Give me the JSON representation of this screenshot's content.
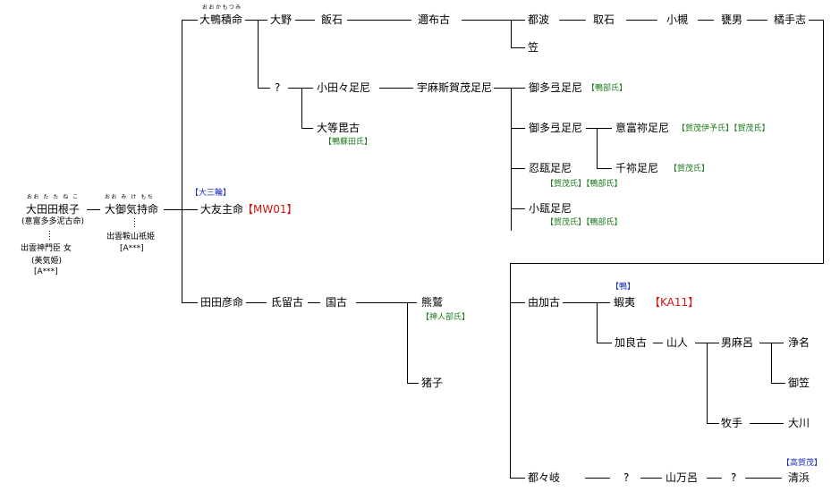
{
  "persons": {
    "ootatane": "大田田根子",
    "ootatane_ruby": "おお た た ね こ",
    "ootatane_alt": "(意富多多泥古命)",
    "mother1": "出雲神門臣 女",
    "mother1_alt": "(美気姫)",
    "mother1_code": "[A***]",
    "oomike": "大御気持命",
    "oomike_ruby": "おお み け もち",
    "mother2": "出雲鞍山祇姫",
    "mother2_code": "[A***]",
    "ookamo": "大鴨積命",
    "ookamo_ruby": "おおかもつみ",
    "oono": "大野",
    "iishi": "飯石",
    "tsufuko": "邇布古",
    "tsuba": "都波",
    "toriishi": "取石",
    "otsuki": "小槻",
    "soo": "甕男",
    "kashisi": "橘手志",
    "kasa": "笠",
    "unknown1": "?",
    "otatari": "小田々足尼",
    "umasu": "宇麻斯賀茂足尼",
    "mitaro1": "御多弖足尼",
    "mitaro2": "御多弖足尼",
    "ofuhiko": "大等毘古",
    "ofuku": "意富祢足尼",
    "chine": "千祢足尼",
    "oshi": "忍瓺足尼",
    "omika": "小瓺足尼",
    "ootomo": "大友主命",
    "tatahiko": "田田彦命",
    "ujiruko": "氐留古",
    "kunko": "国古",
    "kumasa": "熊鷲",
    "ino": "猪子",
    "yukako": "由加古",
    "kaniro": "蝦夷",
    "karako": "加良古",
    "yamabito": "山人",
    "omaro": "男麻呂",
    "jomyo": "浄名",
    "mikasa": "御笠",
    "makite": "牧手",
    "okawa": "大川",
    "tsusaki": "都々岐",
    "q1": "?",
    "yamamaro": "山万呂",
    "q2": "?",
    "kiyohama": "清浜"
  },
  "tags": {
    "ootatane_clan": "【鴨部氏】",
    "ofuhiko_clan": "【鴨蘇田氏】",
    "ofuku_clan": "【賀茂伊予氏】【賀茂氏】",
    "chine_clan": "【賀茂氏】",
    "oshi_clan": "【賀茂氏】【鴨部氏】",
    "omika_clan": "【賀茂氏】【鴨部氏】",
    "oomiwa": "【大三輪】",
    "mw01": "【MW01】",
    "kamu": "【神人部氏】",
    "kamo_short": "【鴨】",
    "ka11": "【KA11】",
    "takakamo": "【高賀茂】"
  },
  "colors": {
    "line": "#000000",
    "tag_green": "#1a7a1a",
    "tag_blue": "#1a2fbf",
    "tag_red": "#d11414"
  }
}
